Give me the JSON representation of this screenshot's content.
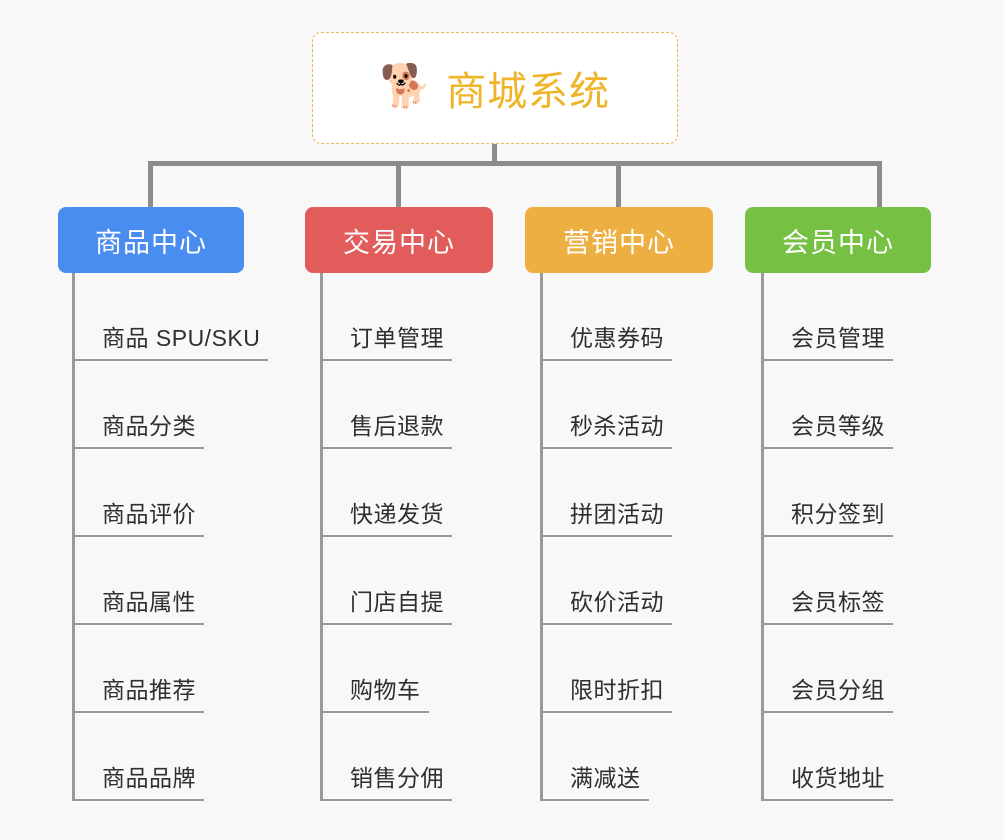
{
  "page": {
    "background_color": "#f8f8f8",
    "type": "mindmap"
  },
  "root": {
    "title": "商城系统",
    "icon": "shiba-dog-emoji",
    "icon_glyph": "🐕",
    "text_color": "#f0b429",
    "border_color": "#e8b45c"
  },
  "categories": [
    {
      "label": "商品中心",
      "color": "#4a8df0",
      "items": [
        "商品 SPU/SKU",
        "商品分类",
        "商品评价",
        "商品属性",
        "商品推荐",
        "商品品牌"
      ]
    },
    {
      "label": "交易中心",
      "color": "#e25c5c",
      "items": [
        "订单管理",
        "售后退款",
        "快递发货",
        "门店自提",
        "购物车",
        "销售分佣"
      ]
    },
    {
      "label": "营销中心",
      "color": "#eeaf42",
      "items": [
        "优惠券码",
        "秒杀活动",
        "拼团活动",
        "砍价活动",
        "限时折扣",
        "满减送"
      ]
    },
    {
      "label": "会员中心",
      "color": "#76c044",
      "items": [
        "会员管理",
        "会员等级",
        "积分签到",
        "会员标签",
        "会员分组",
        "收货地址"
      ]
    }
  ]
}
